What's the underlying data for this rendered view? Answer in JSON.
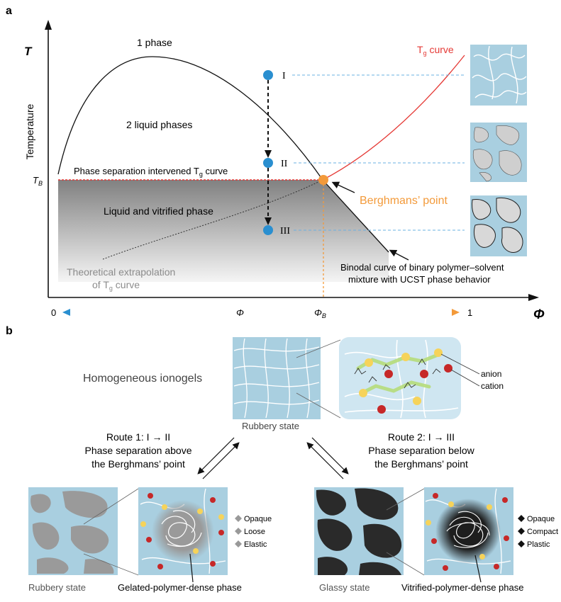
{
  "panel_a": {
    "label": "a",
    "y_axis_symbol": "T",
    "y_axis_label": "Temperature",
    "x_axis_symbol": "Φ",
    "t_b": "T",
    "t_b_sub": "B",
    "x_zero": "0",
    "x_one": "1",
    "phi_mid": "Φ",
    "phi_b": "Φ",
    "phi_b_sub": "B",
    "region_1phase": "1 phase",
    "region_2liquid": "2 liquid phases",
    "region_vitrified": "Liquid and vitrified phase",
    "intervened_pre": "Phase separation intervened T",
    "intervened_sub": "g",
    "intervened_post": " curve",
    "tg_curve_pre": "T",
    "tg_curve_sub": "g",
    "tg_curve_post": " curve",
    "berghmans_point": "Berghmans’ point",
    "extrap_line1": "Theoretical extrapolation",
    "extrap_line2_pre": "of T",
    "extrap_line2_sub": "g",
    "extrap_line2_post": " curve",
    "binodal_line1": "Binodal curve of binary polymer–solvent",
    "binodal_line2": "mixture with UCST phase behavior",
    "point_I": "I",
    "point_II": "II",
    "point_III": "III",
    "colors": {
      "tg_curve": "#e53935",
      "berghmans": "#f39a3a",
      "points": "#2a8fd0",
      "dashed": "#6ab0e0"
    }
  },
  "panel_b": {
    "label": "b",
    "homogeneous": "Homogeneous ionogels",
    "rubbery_top": "Rubbery state",
    "anion": "anion",
    "cation": "cation",
    "route1_title": "Route 1: I → II",
    "route1_line2": "Phase separation above",
    "route1_line3": "the Berghmans’ point",
    "route2_title": "Route 2: I → III",
    "route2_line2": "Phase separation below",
    "route2_line3": "the Berghmans’ point",
    "rubbery_bottom": "Rubbery state",
    "gelated": "Gelated-polymer-dense phase",
    "glassy": "Glassy state",
    "vitrified": "Vitrified-polymer-dense phase",
    "props_left": [
      "Opaque",
      "Loose",
      "Elastic"
    ],
    "props_right": [
      "Opaque",
      "Compact",
      "Plastic"
    ]
  }
}
